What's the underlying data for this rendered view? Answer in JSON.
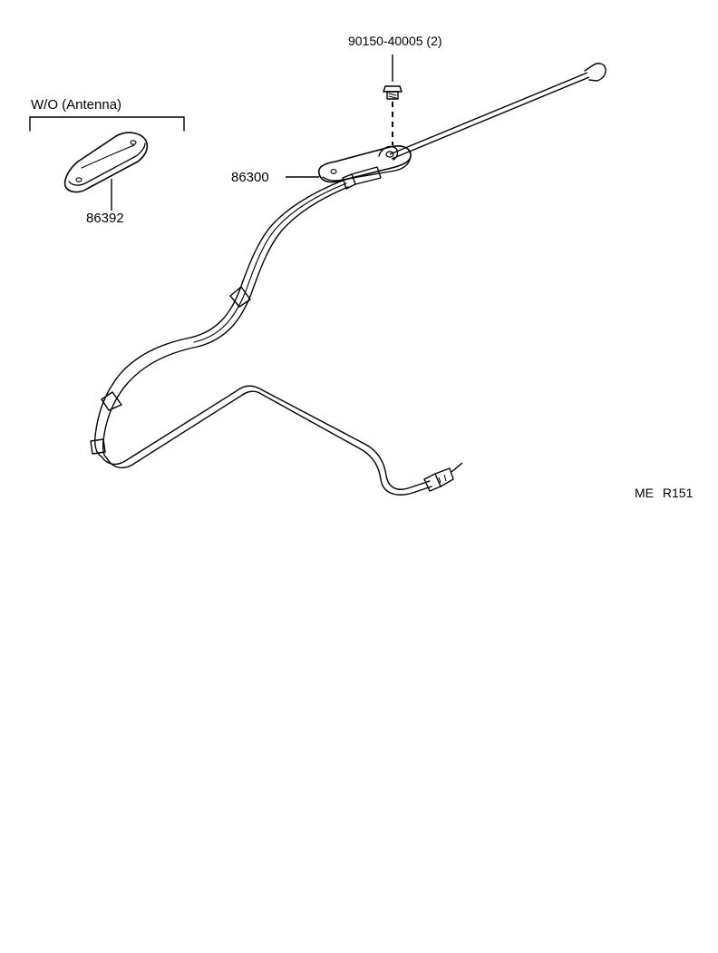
{
  "diagram": {
    "group_label": "W/O (Antenna)",
    "parts": [
      {
        "number": "90150-40005 (2)",
        "part": "bolt"
      },
      {
        "number": "86300",
        "part": "antenna-assembly"
      },
      {
        "number": "86392",
        "part": "antenna-cover"
      }
    ],
    "figure_code": "ME  R151"
  }
}
